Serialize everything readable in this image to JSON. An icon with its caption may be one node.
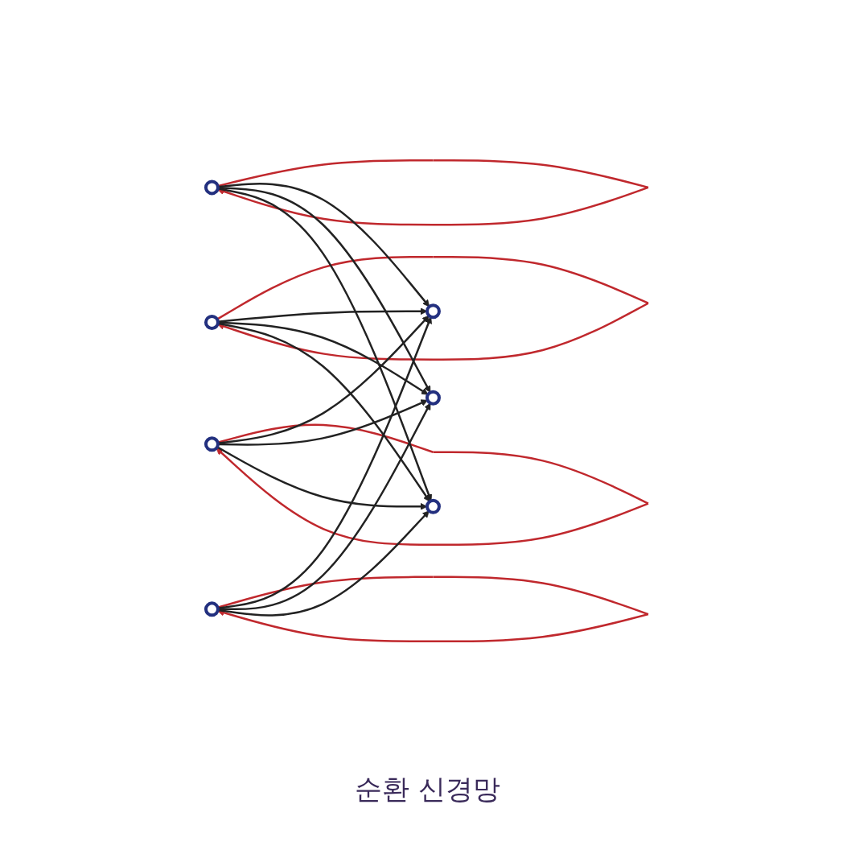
{
  "diagram": {
    "caption": "순환 신경망",
    "nodes": [
      {
        "text": [],
        "shape": "circle"
      },
      {
        "text": [],
        "shape": "circle"
      },
      {
        "text": [],
        "shape": "circle"
      },
      {
        "text": [],
        "shape": "circle"
      },
      {
        "text": [],
        "shape": "circle"
      },
      {
        "text": [],
        "shape": "circle"
      },
      {
        "text": [],
        "shape": "circle"
      }
    ],
    "edges": [
      {
        "from": 0,
        "to": 0,
        "arrow": "to",
        "color": "#c0282d"
      },
      {
        "from": 1,
        "to": 1,
        "arrow": "to",
        "color": "#c0282d"
      },
      {
        "from": 2,
        "to": 2,
        "arrow": "to",
        "color": "#c0282d"
      },
      {
        "from": 3,
        "to": 3,
        "arrow": "to",
        "color": "#c0282d"
      },
      {
        "from": 0,
        "to": 4,
        "arrow": "to"
      },
      {
        "from": 0,
        "to": 5,
        "arrow": "to"
      },
      {
        "from": 0,
        "to": 6,
        "arrow": "to"
      },
      {
        "from": 1,
        "to": 4,
        "arrow": "to"
      },
      {
        "from": 1,
        "to": 5,
        "arrow": "to"
      },
      {
        "from": 1,
        "to": 6,
        "arrow": "to"
      },
      {
        "from": 2,
        "to": 4,
        "arrow": "to"
      },
      {
        "from": 2,
        "to": 5,
        "arrow": "to"
      },
      {
        "from": 2,
        "to": 6,
        "arrow": "to"
      },
      {
        "from": 3,
        "to": 4,
        "arrow": "to"
      },
      {
        "from": 3,
        "to": 5,
        "arrow": "to"
      },
      {
        "from": 3,
        "to": 6,
        "arrow": "to"
      }
    ]
  }
}
